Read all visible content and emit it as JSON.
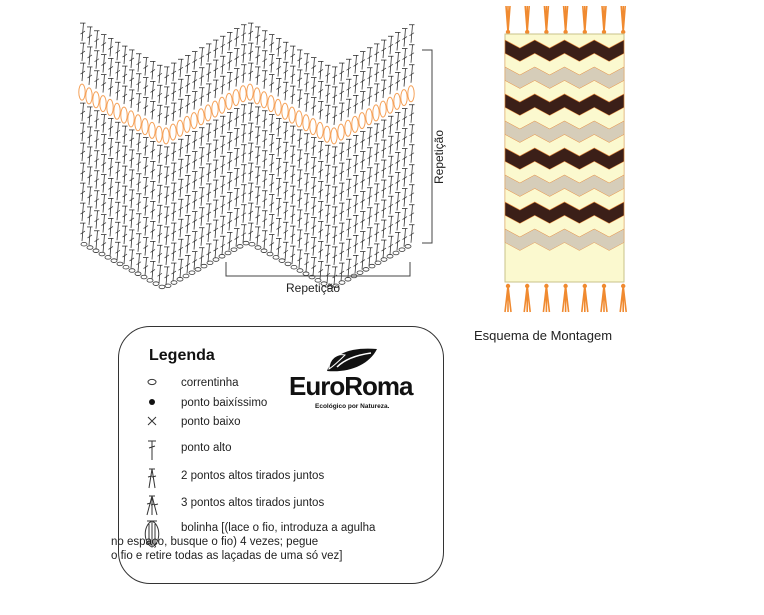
{
  "diagram": {
    "repeat_vertical_label": "Repetição",
    "repeat_horizontal_label": "Repetição",
    "layout_caption": "Esquema de Montagem"
  },
  "colors": {
    "highlight_row": "#f5a25a",
    "stitch_ink": "#333333",
    "stripe_cream": "#fbf9cf",
    "stripe_brown": "#3b1f18",
    "stripe_beige": "#d6cdb9",
    "stripe_edge": "#e8893a",
    "fringe": "#f08a30"
  },
  "legend": {
    "title": "Legenda",
    "items": [
      {
        "icon": "chain-icon",
        "label": "correntinha"
      },
      {
        "icon": "slip-stitch-icon",
        "label": "ponto baixíssimo"
      },
      {
        "icon": "single-crochet-icon",
        "label": "ponto baixo"
      },
      {
        "icon": "double-crochet-icon",
        "label": "ponto alto"
      },
      {
        "icon": "dc2tog-icon",
        "label": "2 pontos altos tirados juntos"
      },
      {
        "icon": "dc3tog-icon",
        "label": "3 pontos altos tirados juntos"
      },
      {
        "icon": "bobble-icon",
        "label_lines": [
          "bolinha [(lace o fio, introduza a agulha",
          "no espaço, busque o fio) 4 vezes; pegue",
          "o fio e retire todas as laçadas de uma só vez]"
        ]
      }
    ]
  },
  "logo": {
    "wordmark": "EuroRoma",
    "tagline": "Ecológico por Natureza."
  }
}
